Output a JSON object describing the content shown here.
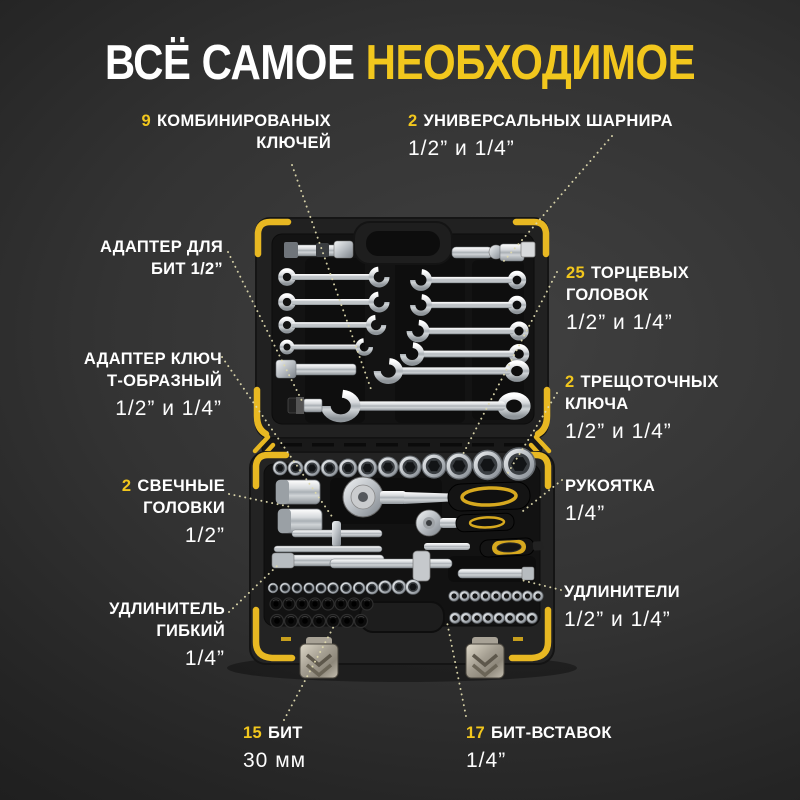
{
  "title": {
    "white": "ВСЁ САМОЕ",
    "yellow": "НЕОБХОДИМОЕ"
  },
  "callouts": [
    {
      "num": "9",
      "line1": "КОМБИНИРОВАНЫХ",
      "line2": "КЛЮЧЕЙ",
      "size": ""
    },
    {
      "num": "2",
      "line1": "УНИВЕРСАЛЬНЫХ ШАРНИРА",
      "line2": "",
      "size": "1/2” и 1/4”"
    },
    {
      "num": "",
      "line1": "АДАПТЕР ДЛЯ",
      "line2": "БИТ 1/2”",
      "size": ""
    },
    {
      "num": "25",
      "line1": "ТОРЦЕВЫХ",
      "line2": "ГОЛОВОК",
      "size": "1/2” и 1/4”"
    },
    {
      "num": "",
      "line1": "АДАПТЕР КЛЮЧ",
      "line2": "Т-ОБРАЗНЫЙ",
      "size": "1/2” и 1/4”"
    },
    {
      "num": "2",
      "line1": "ТРЕЩОТОЧНЫХ",
      "line2": "КЛЮЧА",
      "size": "1/2” и 1/4”"
    },
    {
      "num": "2",
      "line1": "СВЕЧНЫЕ",
      "line2": "ГОЛОВКИ",
      "size": "1/2”"
    },
    {
      "num": "",
      "line1": "РУКОЯТКА",
      "line2": "",
      "size": "1/4”"
    },
    {
      "num": "",
      "line1": "УДЛИНИТЕЛЬ",
      "line2": "ГИБКИЙ",
      "size": "1/4”"
    },
    {
      "num": "",
      "line1": "УДЛИНИТЕЛИ",
      "line2": "",
      "size": "1/2” и 1/4”"
    },
    {
      "num": "15",
      "line1": "БИТ",
      "line2": "",
      "size": "30 мм"
    },
    {
      "num": "17",
      "line1": "БИТ-ВСТАВОК",
      "line2": "",
      "size": "1/4”"
    }
  ],
  "colors": {
    "accent_yellow": "#f2c71d",
    "case_yellow": "#e8b822",
    "text_white": "#ffffff",
    "background_dark": "#1b1b1b",
    "callout_line": "#ded9ad"
  }
}
